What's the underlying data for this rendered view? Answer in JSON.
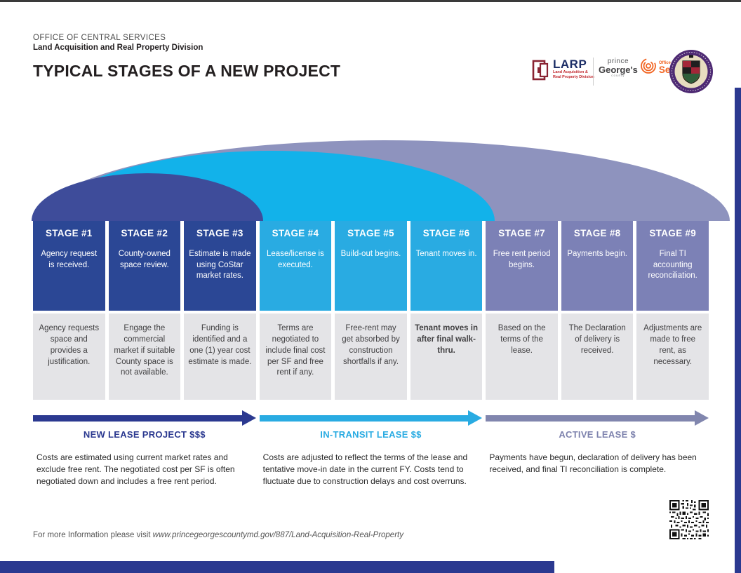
{
  "header": {
    "org": "OFFICE OF CENTRAL SERVICES",
    "division": "Land Acquisition and Real Property Division",
    "title": "TYPICAL STAGES OF A NEW PROJECT"
  },
  "logos": {
    "larp": {
      "acronym": "LARP",
      "line1": "Land Acquisition &",
      "line2": "Real Property Division"
    },
    "county": {
      "prince": "prince",
      "georges": "George's",
      "county_word": "county",
      "office_top": "Office of Central",
      "office_main": "Services"
    },
    "seal_name": "Prince George's County Maryland Seal"
  },
  "stages": [
    {
      "title": "STAGE #1",
      "summary": "Agency request is received.",
      "detail": "Agency requests space and provides a justification."
    },
    {
      "title": "STAGE #2",
      "summary": "County-owned space review.",
      "detail": "Engage the commercial market if suitable County space is not available."
    },
    {
      "title": "STAGE #3",
      "summary": "Estimate is made using CoStar market rates.",
      "detail": "Funding is identified and a one (1) year cost estimate is made."
    },
    {
      "title": "STAGE #4",
      "summary": "Lease/license is executed.",
      "detail": "Terms are negotiated to include final cost per SF and free rent if any."
    },
    {
      "title": "STAGE #5",
      "summary": "Build-out begins.",
      "detail": "Free-rent may get absorbed by construction shortfalls if any."
    },
    {
      "title": "STAGE #6",
      "summary": "Tenant moves in.",
      "detail": "Tenant moves in after final walk-thru."
    },
    {
      "title": "STAGE #7",
      "summary": "Free rent period begins.",
      "detail": "Based on the terms of the lease."
    },
    {
      "title": "STAGE #8",
      "summary": "Payments begin.",
      "detail": "The Declaration of delivery is received."
    },
    {
      "title": "STAGE #9",
      "summary": "Final TI accounting reconciliation.",
      "detail": "Adjustments are made to free rent, as necessary."
    }
  ],
  "phases": [
    {
      "label": "NEW LEASE PROJECT $$$",
      "description": "Costs are estimated using current market rates and exclude free rent. The negotiated cost per SF is often negotiated down and includes a free rent period."
    },
    {
      "label": "IN-TRANSIT LEASE $$",
      "description": "Costs are adjusted to reflect the terms of the lease and tentative move-in date in the current FY. Costs tend to fluctuate due to construction delays and cost overruns."
    },
    {
      "label": "ACTIVE LEASE $",
      "description": "Payments have begun, declaration of delivery has been received, and final TI reconciliation is complete."
    }
  ],
  "footer": {
    "text": "For more Information please visit ",
    "url": "www.princegeorgescountymd.gov/887/Land-Acquisition-Real-Property"
  },
  "colors": {
    "stage_new": "#2b4795",
    "stage_transit": "#29abe2",
    "stage_active": "#7c81b6",
    "ellipse_new": "#3e4c9a",
    "ellipse_transit": "#12b2ea",
    "ellipse_active": "#8e93be",
    "arrow_new": "#2b3990",
    "arrow_transit": "#29abe2",
    "arrow_active": "#8186ae",
    "detail_gray": "#e4e4e7",
    "frame_navy": "#2b3990",
    "larp_maroon": "#8a2332",
    "larp_navy": "#1b2d66",
    "larp_red": "#c1272d",
    "county_orange": "#f26522",
    "seal_purple": "#4e2a73"
  }
}
